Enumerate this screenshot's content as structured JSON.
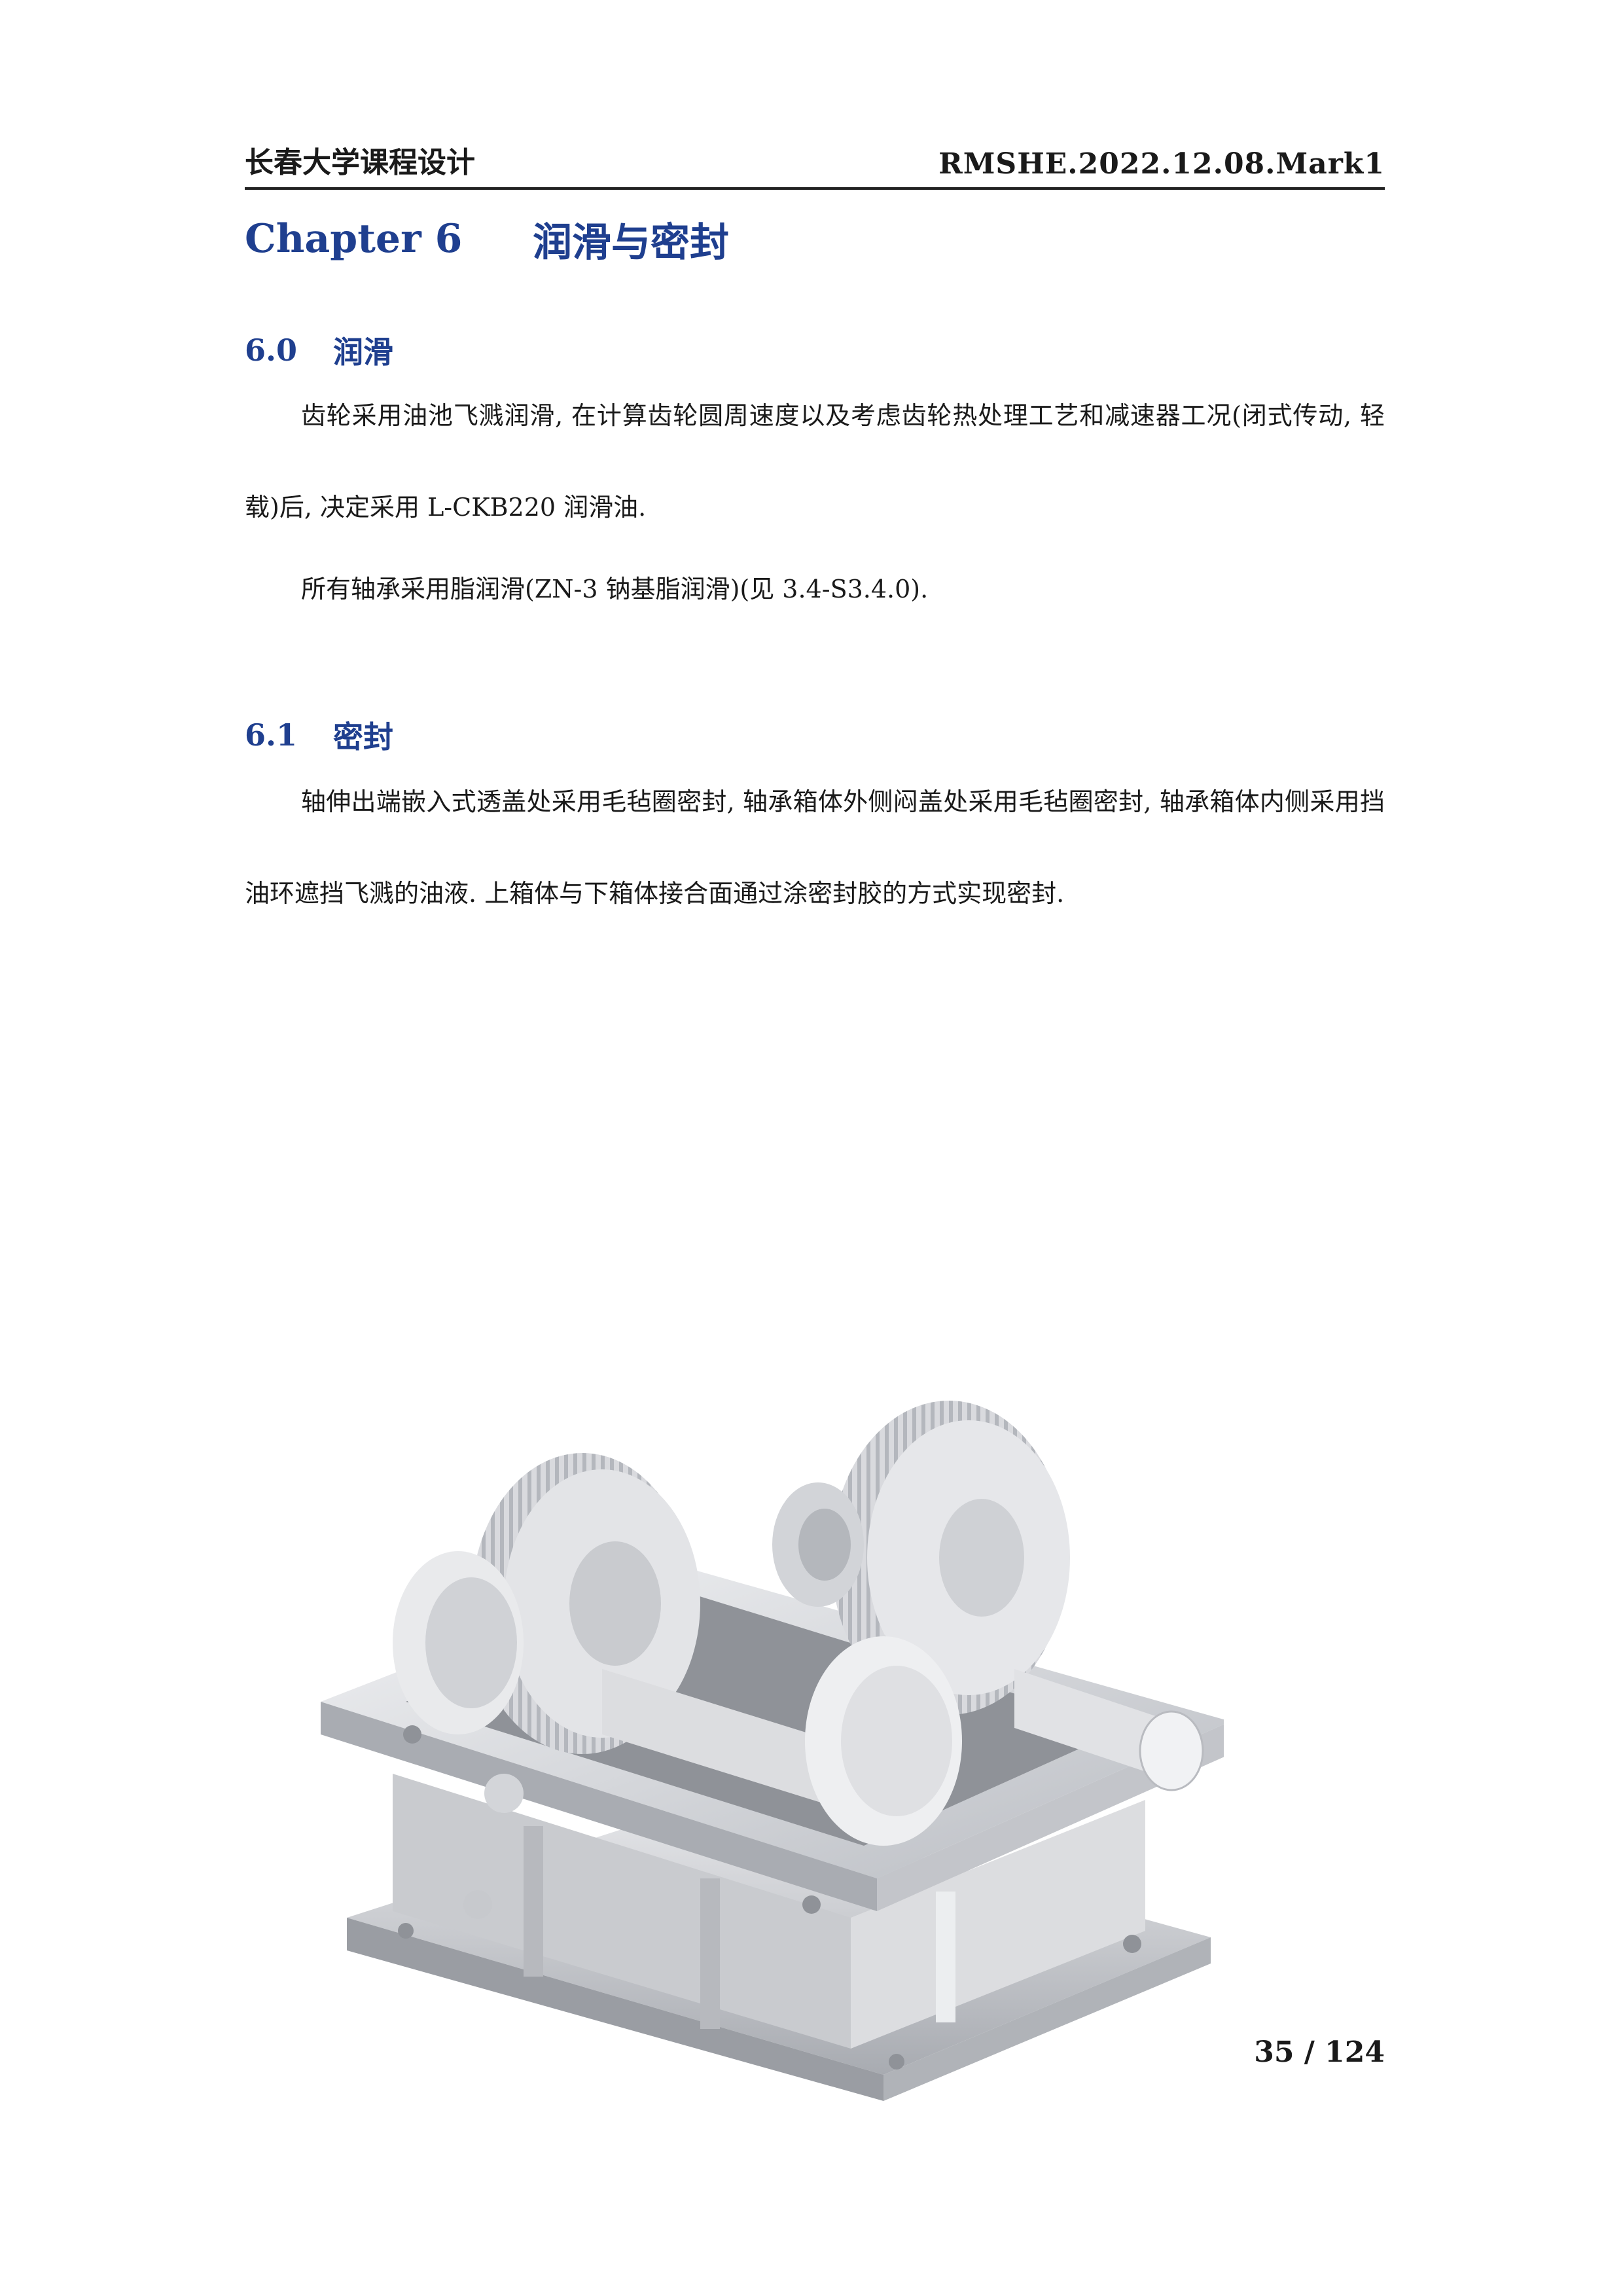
{
  "header": {
    "left": "长春大学课程设计",
    "right": "RMSHE.2022.12.08.Mark1"
  },
  "chapter": {
    "number": "Chapter 6",
    "title": "润滑与密封"
  },
  "sections": [
    {
      "number": "6.0",
      "title": "润滑",
      "paragraphs": [
        "齿轮采用油池飞溅润滑, 在计算齿轮圆周速度以及考虑齿轮热处理工艺和减速器工况(闭式传动, 轻载)后, 决定采用 L-CKB220 润滑油.",
        "所有轴承采用脂润滑(ZN-3 钠基脂润滑)(见 3.4-S3.4.0)."
      ]
    },
    {
      "number": "6.1",
      "title": "密封",
      "paragraphs": [
        "轴伸出端嵌入式透盖处采用毛毡圈密封, 轴承箱体外侧闷盖处采用毛毡圈密封, 轴承箱体内侧采用挡油环遮挡飞溅的油液. 上箱体与下箱体接合面通过涂密封胶的方式实现密封."
      ]
    }
  ],
  "figure": {
    "icon": "gear-reducer-render"
  },
  "footer": {
    "page": "35 / 124"
  }
}
